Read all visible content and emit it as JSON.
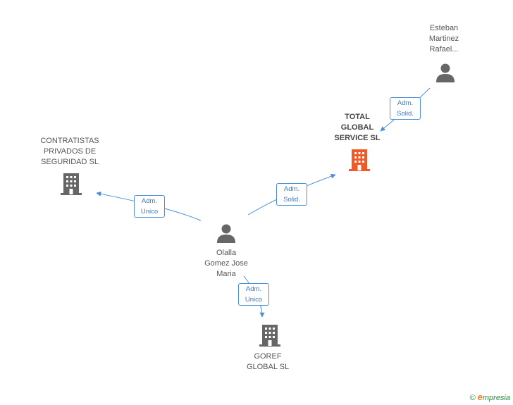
{
  "nodes": {
    "esteban": {
      "name": "Esteban\nMartinez\nRafael..."
    },
    "total": {
      "name": "TOTAL\nGLOBAL\nSERVICE SL"
    },
    "contratistas": {
      "name": "CONTRATISTAS\nPRIVADOS DE\nSEGURIDAD SL"
    },
    "olalla": {
      "name": "Olalla\nGomez Jose\nMaria"
    },
    "goref": {
      "name": "GOREF\nGLOBAL SL"
    }
  },
  "edges": {
    "esteban_total": "Adm.\nSolid.",
    "olalla_total": "Adm.\nSolid.",
    "olalla_contratistas": "Adm.\nUnico",
    "olalla_goref": "Adm.\nUnico"
  },
  "footer": {
    "copyright": "©",
    "brand_initial": "e",
    "brand_rest": "mpresia"
  },
  "colors": {
    "edge": "#4a90d9",
    "person": "#666666",
    "company": "#666666",
    "highlight": "#f05a28"
  }
}
